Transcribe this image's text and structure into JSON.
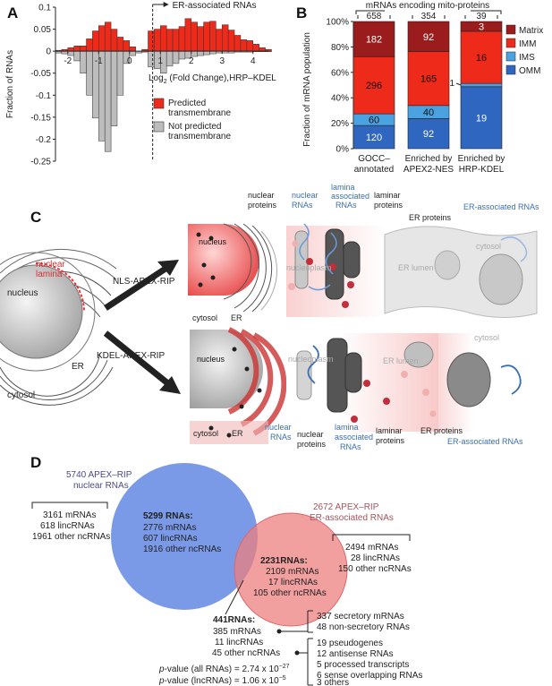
{
  "panels": {
    "a": "A",
    "b": "B",
    "c": "C",
    "d": "D"
  },
  "chart_data": [
    {
      "type": "bar",
      "ylabel": "Fraction of RNAs",
      "xlabel": "Log2 (Fold Change),HRP–KDEL",
      "xlabel_base": "Log",
      "xlabel_sub": "2",
      "xlabel_rest": " (Fold Change),HRP–KDEL",
      "annotation": "ER-associated RNAs",
      "threshold_x": 0.75,
      "xlim": [
        -2.4,
        4.5
      ],
      "ylim": [
        -0.25,
        0.1
      ],
      "yticks": [
        "0.1",
        "0.05",
        "0",
        "-0.05",
        "-0.1",
        "-0.15",
        "-0.2",
        "-0.25"
      ],
      "xticks": [
        "-2",
        "-1",
        "0",
        "1",
        "2",
        "3",
        "4"
      ],
      "bin_width": 0.2,
      "bin_start": -2.4,
      "series": [
        {
          "name": "Predicted transmembrane",
          "color": "#ee2a1b",
          "values": [
            0.002,
            0.004,
            0.008,
            0.012,
            0.012,
            0.028,
            0.046,
            0.058,
            0.066,
            0.05,
            0.032,
            0.024,
            0.01,
            0.0,
            0.004,
            0.046,
            0.05,
            0.058,
            0.05,
            0.05,
            0.056,
            0.074,
            0.066,
            0.056,
            0.066,
            0.068,
            0.05,
            0.06,
            0.048,
            0.036,
            0.026,
            0.024,
            0.016,
            0.008,
            0.004
          ]
        },
        {
          "name": "Not predicted transmembrane",
          "color": "#bdbdbd",
          "values": [
            -0.004,
            -0.006,
            -0.01,
            -0.022,
            -0.05,
            -0.1,
            -0.152,
            -0.204,
            -0.228,
            -0.17,
            -0.1,
            -0.028,
            -0.01,
            -0.004,
            -0.002,
            -0.036,
            -0.04,
            -0.05,
            -0.034,
            -0.028,
            -0.018,
            -0.016,
            -0.012,
            -0.01,
            -0.008,
            -0.006,
            -0.004,
            -0.004,
            -0.004,
            -0.002,
            -0.002,
            -0.002,
            -0.001,
            -0.001,
            -0.001
          ]
        }
      ],
      "legend": [
        "Predicted transmembrane",
        "Not predicted transmembrane"
      ]
    },
    {
      "type": "bar",
      "stacked": true,
      "ylabel": "Fraction of mRNA population",
      "title": "mRNAs encoding mito-proteins",
      "categories": [
        "GOCC–annotated",
        "Enriched by APEX2-NES",
        "Enriched by HRP-KDEL"
      ],
      "category_lines": [
        [
          "GOCC–",
          "annotated"
        ],
        [
          "Enriched by",
          "APEX2-NES"
        ],
        [
          "Enriched by",
          "HRP-KDEL"
        ]
      ],
      "totals": [
        "658",
        "354",
        "39"
      ],
      "yticks": [
        "100%",
        "80%",
        "60%",
        "40%",
        "20%",
        "0%"
      ],
      "series": [
        {
          "name": "OMM",
          "color": "#2f67c0",
          "values": [
            120,
            92,
            19
          ],
          "labels": [
            "120",
            "92",
            "19"
          ]
        },
        {
          "name": "IMS",
          "color": "#4aa3e0",
          "values": [
            60,
            40,
            1
          ],
          "labels": [
            "60",
            "40",
            "1"
          ]
        },
        {
          "name": "IMM",
          "color": "#ee2a1b",
          "values": [
            296,
            165,
            16
          ],
          "labels": [
            "296",
            "165",
            "16"
          ]
        },
        {
          "name": "Matrix",
          "color": "#9b1c1c",
          "values": [
            182,
            92,
            3
          ],
          "labels": [
            "182",
            "92",
            "3"
          ]
        }
      ],
      "legend": [
        "Matrix",
        "IMM",
        "IMS",
        "OMM"
      ],
      "ylim": [
        0,
        100
      ]
    }
  ],
  "panel_c": {
    "cell_nuclear_lamina": [
      "nuclear",
      "lamina"
    ],
    "cell_nucleus": "nucleus",
    "cell_er": "ER",
    "cell_cytosol": "cytosol",
    "nls_label": "NLS-APEX-RIP",
    "kdel_label": "KDEL-APEX-RIP",
    "top": {
      "nucleus": "nucleus",
      "cytosol": "cytosol",
      "er": "ER",
      "nuclear_proteins": [
        "nuclear",
        "proteins"
      ],
      "nuclear_rnas": [
        "nuclear",
        "RNAs"
      ],
      "lamina_rnas": [
        "lamina",
        "associated",
        "RNAs"
      ],
      "laminar_proteins": [
        "laminar",
        "proteins"
      ],
      "er_proteins": "ER proteins",
      "er_rnas": "ER-associated RNAs",
      "nucleoplasm": "nucleoplasm",
      "er_lumen": "ER lumen",
      "cytosol_right": "cytosol"
    },
    "bottom": {
      "nucleus": "nucleus",
      "cytosol": "cytosol",
      "er": "ER",
      "nuclear_rnas": [
        "nuclear",
        "RNAs"
      ],
      "nuclear_proteins": [
        "nuclear",
        "proteins"
      ],
      "lamina_rnas": [
        "lamina",
        "associated",
        "RNAs"
      ],
      "laminar_proteins": [
        "laminar",
        "proteins"
      ],
      "er_proteins": "ER proteins",
      "er_rnas": "ER-associated RNAs",
      "nucleoplasm": "nucleoplasm",
      "er_lumen": "ER lumen",
      "cytosol_right": "cytosol"
    }
  },
  "panel_d": {
    "nuclear_title": [
      "5740 APEX–RIP",
      "nuclear RNAs"
    ],
    "nuclear_breakdown": [
      "3161 mRNAs",
      "618 lincRNAs",
      "1961 other ncRNAs"
    ],
    "nuclear_only_title": "5299 RNAs:",
    "nuclear_only": [
      "2776 mRNAs",
      "607 lincRNAs",
      "1916 other ncRNAs"
    ],
    "er_title": [
      "2672 APEX–RIP",
      "ER-associated RNAs"
    ],
    "er_breakdown": [
      "2494 mRNAs",
      "28 lincRNAs",
      "150 other ncRNAs"
    ],
    "er_only_title": "2231RNAs:",
    "er_only": [
      "2109 mRNAs",
      "17 lincRNAs",
      "105 other ncRNAs"
    ],
    "overlap_title": "441RNAs:",
    "overlap": [
      "385 mRNAs",
      "11 lincRNAs",
      "45 other ncRNAs"
    ],
    "overlap_mrna_detail": [
      "337 secretory mRNAs",
      "48 non-secretory RNAs"
    ],
    "overlap_other_detail": [
      "19 pseudogenes",
      "12 antisense RNAs",
      "5 processed transcripts",
      "6 sense overlapping RNAs",
      "3 others"
    ],
    "pvalue_all": "p-value (all RNAs) = 2.74 x 10^-27",
    "pvalue_all_prefix": "-value (all RNAs) = 2.74 x 10",
    "pvalue_all_exp": "−27",
    "pvalue_linc_prefix": "-value (lncRNAs) = 1.06 x 10",
    "pvalue_linc_exp": "−5",
    "p_letter": "p",
    "colors": {
      "nuclear": "#6b8fe6",
      "er": "#ee7f7f"
    }
  }
}
